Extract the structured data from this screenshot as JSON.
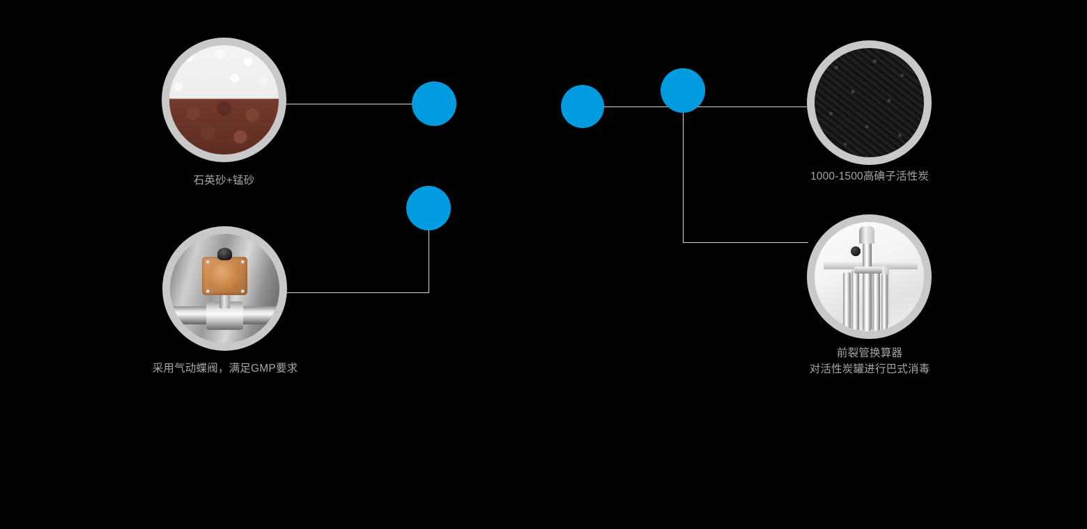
{
  "background_color": "#000000",
  "theme": {
    "accent_dot_color": "#019ce0",
    "ring_color": "#c9c9c9",
    "line_color": "#d7d7d7",
    "caption_color": "#a6a6a6"
  },
  "nodes": [
    {
      "id": "quartz-manganese-sand",
      "image_name": "quartz-sand-and-manganese-sand-photo",
      "caption": "石英砂+锰砂"
    },
    {
      "id": "pneumatic-butterfly-valve",
      "image_name": "pneumatic-butterfly-valve-photo",
      "caption": "采用气动蝶阀，满足GMP要求"
    },
    {
      "id": "activated-carbon",
      "image_name": "activated-carbon-granules-photo",
      "caption": "1000-1500高碘子活性炭"
    },
    {
      "id": "tube-heat-exchanger",
      "image_name": "tube-heat-exchanger-photo",
      "caption_line1": "前裂管换算器",
      "caption_line2": "对活性炭罐进行巴式消毒"
    }
  ],
  "markers": [
    {
      "id": "marker-quartz-sand"
    },
    {
      "id": "marker-valve"
    },
    {
      "id": "marker-left-standalone"
    },
    {
      "id": "marker-carbon-branch"
    }
  ]
}
